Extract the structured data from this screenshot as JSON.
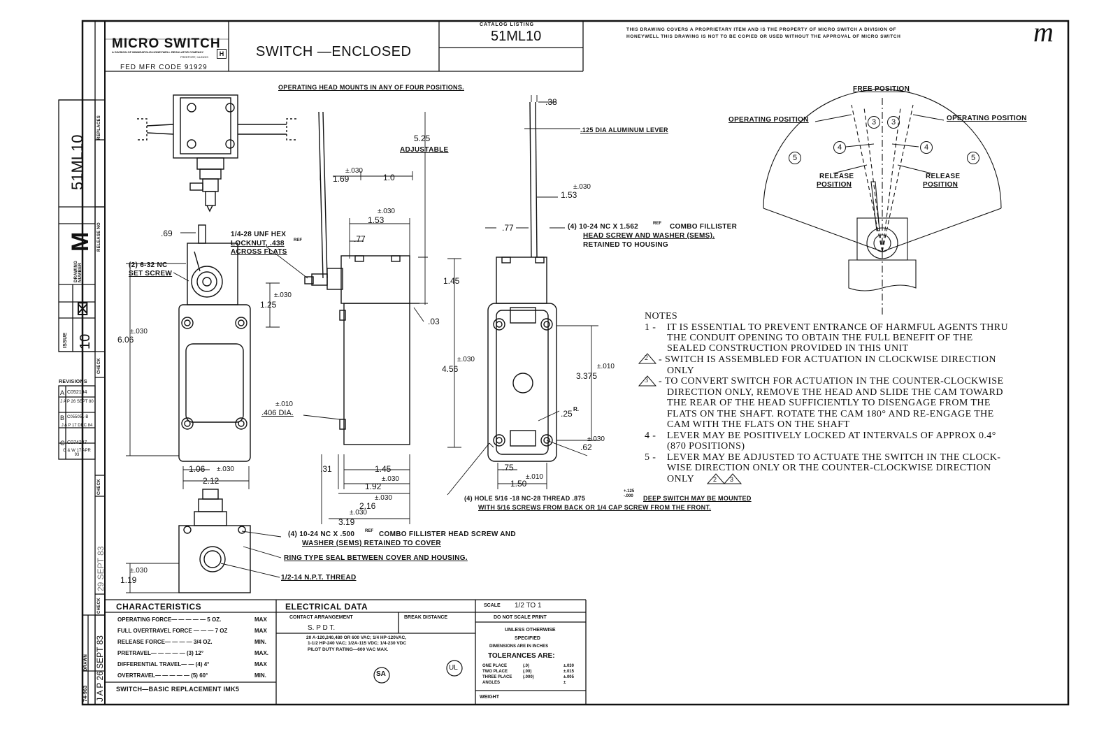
{
  "title_block": {
    "company": "MICRO SWITCH",
    "company_sub": "A DIVISION OF MINNEAPOLIS-HONEYWELL REGULATOR COMPANY",
    "company_city": "FREEPORT, ILLINOIS",
    "fed_mfr_code": "FED MFR CODE 91929",
    "drawing_title": "SWITCH —ENCLOSED",
    "catalog_listing_label": "CATALOG LISTING",
    "catalog_number": "51ML10",
    "proprietary_notice_1": "THIS DRAWING COVERS A PROPRIETARY ITEM AND IS THE PROPERTY OF MICRO SWITCH A DIVISION OF",
    "proprietary_notice_2": "HONEYWELL THIS DRAWING IS NOT TO BE COPIED OR USED WITHOUT THE APPROVAL OF MICRO SWITCH",
    "logo_letter": "m"
  },
  "side_strip": {
    "replaces_label": "REPLACES",
    "drawing_number": "51ML10",
    "release_no_label": "RELEASE NO",
    "drawing_number_label": "DRAWING NUMBER",
    "drawing_letter": "M",
    "issue_label": "ISSUE",
    "issue_value": "10",
    "check_label": "CHECK",
    "revisions_label": "REVISIONS",
    "revisions": [
      {
        "letter": "A",
        "code": "C052194",
        "date": "J A P 26 SEPT 80"
      },
      {
        "letter": "B",
        "code": "C055051-B",
        "date": "J A P 17 DEC 84"
      },
      {
        "letter": "C",
        "code": "C074287",
        "date": "G & W 17 APR 93"
      }
    ],
    "drawn_label": "DRAWN",
    "drawn_value": "J A P 26 SEPT 83",
    "check_date": "29 SEPT 83",
    "form_no": "74-963"
  },
  "callouts": {
    "head_mounts": "OPERATING HEAD MOUNTS IN ANY OF FOUR POSITIONS.",
    "lever": ".125 DIA ALUMINUM LEVER",
    "locknut_1": "1/4-28 UNF HEX",
    "locknut_2": "LOCKNUT, .438",
    "locknut_ref": "REF",
    "locknut_3": "ACROSS FLATS",
    "set_screw_1": "(2) 6-32 NC",
    "set_screw_2": "SET SCREW",
    "fillister_1": "(4) 10-24 NC X 1.562",
    "fillister_ref": "REF",
    "fillister_1b": "COMBO  FILLISTER",
    "fillister_2": "HEAD SCREW AND WASHER (SEMS).",
    "fillister_3": "RETAINED TO HOUSING",
    "cover_screw_1": "(4) 10-24 NC X .500",
    "cover_screw_ref": "REF",
    "cover_screw_1b": "COMBO  FILLISTER HEAD SCREW AND",
    "cover_screw_2": "WASHER (SEMS) RETAINED TO COVER",
    "ring_seal": "RING TYPE SEAL BETWEEN COVER AND HOUSING.",
    "npt": "1/2-14 N.P.T.   THREAD",
    "hole_1": "(4) HOLE 5/16 -18 NC-28 THREAD .875",
    "hole_tol": "+.125 -.000",
    "hole_1b": "DEEP   SWITCH MAY BE MOUNTED",
    "hole_2": "WITH 5/16 SCREWS FROM BACK OR 1/4 CAP SCREW FROM THE FRONT."
  },
  "dimensions": {
    "d_38": ".38",
    "d_525": "5.25",
    "d_adjustable": "ADJUSTABLE",
    "d_169": "1.69",
    "d_169_tol": "±.030",
    "d_10": "1.0",
    "d_153": "1.53",
    "d_153_tol": "±.030",
    "d_77a": ".77",
    "d_153r": "1.53",
    "d_153r_tol": "±.030",
    "d_77b": ".77",
    "d_69": ".69",
    "d_145": "1.45",
    "d_125": "1.25",
    "d_125_tol": "±.030",
    "d_03": ".03",
    "d_606": "6.06",
    "d_606_tol": "±.030",
    "d_456": "4.56",
    "d_456_tol": "±.030",
    "d_3375": "3.375",
    "d_3375_tol": "±.010",
    "d_406": ".406 DIA.",
    "d_406_tol": "±.010",
    "d_25r": ".25",
    "d_25r_sup": "R.",
    "d_62": ".62",
    "d_62_tol": "±.030",
    "d_106": "1.06",
    "d_106_tol": "±.030",
    "d_212": "2.12",
    "d_31": ".31",
    "d_145b": "1.45",
    "d_192": "1.92",
    "d_192_tol": "±.030",
    "d_216": "2.16",
    "d_216_tol": "±.030",
    "d_319": "3.19",
    "d_319_tol": "±.030",
    "d_75": ".75",
    "d_150": "1.50",
    "d_150_tol": "±.010",
    "d_119": "1.19",
    "d_119_tol": "±.030"
  },
  "position_diagram": {
    "free_position": "FREE  POSITION",
    "operating_left": "OPERATING  POSITION",
    "operating_right": "OPERATING POSITION",
    "release_left_1": "RELEASE",
    "release_left_2": "POSITION",
    "release_right_1": "RELEASE",
    "release_right_2": "POSITION",
    "marker_3": "3",
    "marker_4": "4",
    "marker_5": "5"
  },
  "notes": {
    "heading": "NOTES",
    "n1_num": "1 -",
    "n1_a": "IT IS ESSENTIAL TO PREVENT ENTRANCE OF HARMFUL AGENTS THRU",
    "n1_b": "THE CONDUIT OPENING  TO OBTAIN THE FULL BENEFIT OF THE",
    "n1_c": "SEALED CONSTRUCTION PROVIDED IN THIS UNIT",
    "n2_num": "2",
    "n2_a": "- SWITCH IS ASSEMBLED FOR ACTUATION IN CLOCKWISE DIRECTION",
    "n2_b": "ONLY",
    "n3_num": "3",
    "n3_a": "- TO CONVERT SWITCH FOR ACTUATION IN THE COUNTER-CLOCKWISE",
    "n3_b": "DIRECTION ONLY, REMOVE THE HEAD AND SLIDE THE CAM TOWARD",
    "n3_c": "THE REAR OF THE HEAD SUFFICIENTLY TO DISENGAGE FROM THE",
    "n3_d": "FLATS ON THE SHAFT.  ROTATE THE CAM 180° AND RE-ENGAGE THE",
    "n3_e": "CAM WITH THE FLATS ON THE SHAFT",
    "n4_num": "4 -",
    "n4_a": "LEVER MAY BE POSITIVELY LOCKED AT INTERVALS OF APPROX  0.4°",
    "n4_b": "(870 POSITIONS)",
    "n5_num": "5 -",
    "n5_a": "LEVER MAY BE ADJUSTED TO ACTUATE THE SWITCH IN THE CLOCK-",
    "n5_b": "WISE DIRECTION ONLY OR THE COUNTER-CLOCKWISE DIRECTION",
    "n5_c": "ONLY"
  },
  "characteristics": {
    "heading": "CHARACTERISTICS",
    "rows": [
      {
        "label": "OPERATING FORCE— — — — — 5 OZ.",
        "value": "MAX"
      },
      {
        "label": "FULL OVERTRAVEL FORCE — — — 7 OZ",
        "value": "MAX"
      },
      {
        "label": "RELEASE FORCE— — — — 3/4 OZ.",
        "value": "MIN."
      },
      {
        "label": "PRETRAVEL— — — — — (3) 12°",
        "value": "MAX."
      },
      {
        "label": "DIFFERENTIAL TRAVEL— — (4) 4°",
        "value": "MAX"
      },
      {
        "label": "OVERTRAVEL— — — — — (5) 60°",
        "value": "MIN."
      }
    ],
    "footer": "SWITCH—BASIC REPLACEMENT IMK5"
  },
  "electrical": {
    "heading": "ELECTRICAL DATA",
    "contact_label": "CONTACT ARRANGEMENT",
    "contact_value": "S. P D T.",
    "break_label": "BREAK DISTANCE",
    "rating_1": "20 A-120,240,480 OR 600 VAC; 1/4 HP-120VAC,",
    "rating_2": "1-1/2 HP-240 VAC; 1/2A-115 VDC; 1/4-230 VDC",
    "rating_3": "PILOT DUTY RATING—600 VAC MAX.",
    "csa_mark": "SA",
    "ul_mark": "UL"
  },
  "scale_block": {
    "scale_label": "SCALE",
    "scale_value": "1/2 TO 1",
    "do_not_scale": "DO NOT SCALE PRINT",
    "unless_1": "UNLESS OTHERWISE",
    "unless_2": "SPECIFIED",
    "unless_3": "DIMENSIONS ARE IN INCHES",
    "tolerances": "TOLERANCES ARE:",
    "tol_rows": [
      {
        "label": "ONE PLACE",
        "fmt": "(.0)",
        "val": "±.030"
      },
      {
        "label": "TWO PLACE",
        "fmt": "(.00)",
        "val": "±.015"
      },
      {
        "label": "THREE PLACE",
        "fmt": "(.000)",
        "val": "±.005"
      },
      {
        "label": "ANGLES",
        "fmt": "",
        "val": "±"
      }
    ],
    "weight_label": "WEIGHT"
  }
}
